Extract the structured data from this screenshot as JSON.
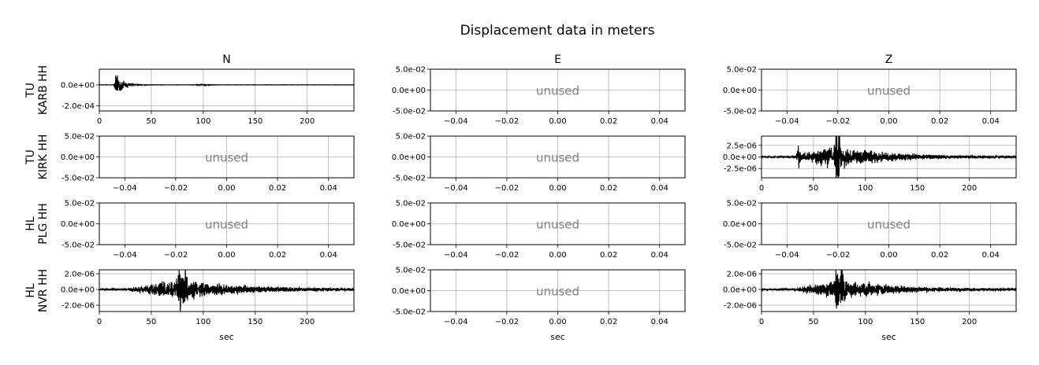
{
  "chart_data": {
    "type": "line",
    "title": "Displacement data in meters",
    "column_titles": [
      "N",
      "E",
      "Z"
    ],
    "row_labels": [
      [
        "TU",
        "KARB HH"
      ],
      [
        "TU",
        "KIRK HH"
      ],
      [
        "HL",
        "PLG HH"
      ],
      [
        "HL",
        "NVR HH"
      ]
    ],
    "xlabel": "sec",
    "unused_label": "unused",
    "line_color": "#000000",
    "grid": true,
    "panels": [
      {
        "row": 0,
        "col": 0,
        "used": true,
        "xlim": [
          0,
          245
        ],
        "ylim": [
          -0.00025,
          0.00015
        ],
        "xticks": [
          0,
          50,
          100,
          150,
          200
        ],
        "xticklabels": [
          "0",
          "50",
          "100",
          "150",
          "200"
        ],
        "yticks": [
          -0.0002,
          0
        ],
        "yticklabels": [
          "-2.0e-04",
          "0.0e+00"
        ],
        "trace": {
          "onset": 14,
          "peak": 16,
          "decay": 7,
          "amp": 0.00013,
          "noise": 2e-06,
          "secondary": [
            100,
            6e-06
          ]
        }
      },
      {
        "row": 0,
        "col": 1,
        "used": false
      },
      {
        "row": 0,
        "col": 2,
        "used": false
      },
      {
        "row": 1,
        "col": 0,
        "used": false
      },
      {
        "row": 1,
        "col": 1,
        "used": false
      },
      {
        "row": 1,
        "col": 2,
        "used": true,
        "xlim": [
          0,
          245
        ],
        "ylim": [
          -4.5e-06,
          4.5e-06
        ],
        "xticks": [
          0,
          50,
          100,
          150,
          200
        ],
        "xticklabels": [
          "0",
          "50",
          "100",
          "150",
          "200"
        ],
        "yticks": [
          -2.5e-06,
          0,
          2.5e-06
        ],
        "yticklabels": [
          "-2.5e-06",
          "0.0e+00",
          "2.5e-06"
        ],
        "trace": {
          "onset": 30,
          "peak": 72,
          "decay": 45,
          "amp": 2.8e-06,
          "noise": 2e-07,
          "bumps": [
            [
              36,
              2.4e-06
            ],
            [
              72,
              4.2e-06
            ],
            [
              75,
              4e-06
            ]
          ]
        }
      },
      {
        "row": 2,
        "col": 0,
        "used": false
      },
      {
        "row": 2,
        "col": 1,
        "used": false
      },
      {
        "row": 2,
        "col": 2,
        "used": false
      },
      {
        "row": 3,
        "col": 0,
        "used": true,
        "xlim": [
          0,
          245
        ],
        "ylim": [
          -2.8e-06,
          2.5e-06
        ],
        "xticks": [
          0,
          50,
          100,
          150,
          200
        ],
        "xticklabels": [
          "0",
          "50",
          "100",
          "150",
          "200"
        ],
        "yticks": [
          -2e-06,
          0,
          2e-06
        ],
        "yticklabels": [
          "-2.0e-06",
          "0.0e+00",
          "2.0e-06"
        ],
        "trace": {
          "onset": 25,
          "peak": 78,
          "decay": 55,
          "amp": 1.5e-06,
          "noise": 1.2e-07,
          "bumps": [
            [
              78,
              2.6e-06
            ],
            [
              82,
              2e-06
            ]
          ]
        }
      },
      {
        "row": 3,
        "col": 1,
        "used": false
      },
      {
        "row": 3,
        "col": 2,
        "used": true,
        "xlim": [
          0,
          245
        ],
        "ylim": [
          -2.8e-06,
          2.5e-06
        ],
        "xticks": [
          0,
          50,
          100,
          150,
          200
        ],
        "xticklabels": [
          "0",
          "50",
          "100",
          "150",
          "200"
        ],
        "yticks": [
          -2e-06,
          0,
          2e-06
        ],
        "yticklabels": [
          "-2.0e-06",
          "0.0e+00",
          "2.0e-06"
        ],
        "trace": {
          "onset": 28,
          "peak": 76,
          "decay": 50,
          "amp": 1.4e-06,
          "noise": 1.2e-07,
          "bumps": [
            [
              73,
              2.6e-06
            ],
            [
              78,
              2.2e-06
            ]
          ]
        }
      }
    ],
    "unused_axes": {
      "xlim": [
        -0.05,
        0.05
      ],
      "ylim": [
        -0.05,
        0.05
      ],
      "xticks": [
        -0.04,
        -0.02,
        0,
        0.02,
        0.04
      ],
      "xticklabels": [
        "−0.04",
        "−0.02",
        "0.00",
        "0.02",
        "0.04"
      ],
      "yticks": [
        -0.05,
        0,
        0.05
      ],
      "yticklabels": [
        "-5.0e-02",
        "0.0e+00",
        "5.0e-02"
      ]
    }
  }
}
